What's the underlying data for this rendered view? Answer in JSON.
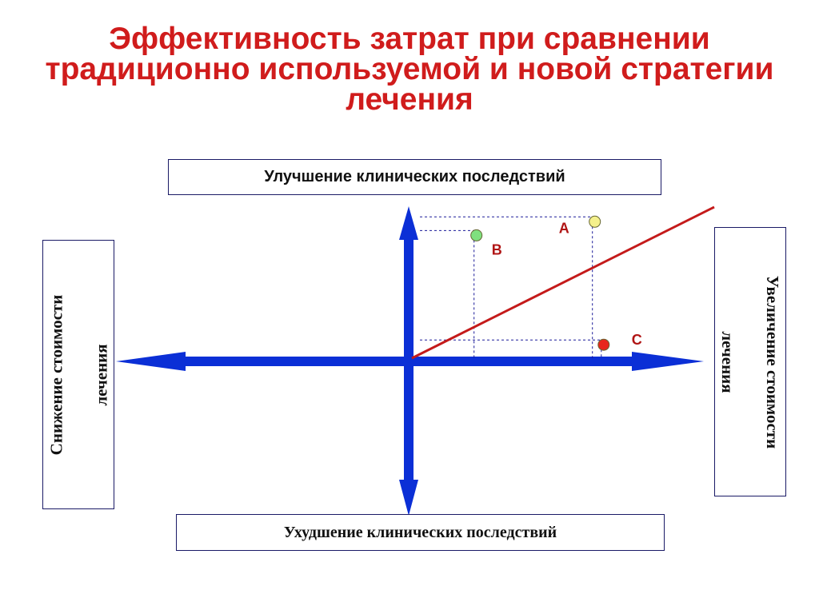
{
  "title": "Эффективность затрат при сравнении традиционно используемой и новой стратегии лечения",
  "axes": {
    "top": "Улучшение клинических последствий",
    "bottom": "Ухудшение клинических последствий",
    "left": [
      "Снижение стоимости",
      "лечения"
    ],
    "right": [
      "Увеличение стоимости",
      "лечения"
    ]
  },
  "points": [
    {
      "label": "A",
      "color": "#f4f08c",
      "cost": 0.61,
      "effect": 0.93
    },
    {
      "label": "B",
      "color": "#7fe07f",
      "cost": 0.21,
      "effect": 0.84
    },
    {
      "label": "C",
      "color": "#e8261c",
      "cost": 0.64,
      "effect": 0.12
    }
  ],
  "threshold_line": {
    "color": "#c41a1a",
    "slope": 0.5
  },
  "colors": {
    "title": "#d01c1c",
    "axis_arrows": "#0b2fd6",
    "guides": "#1a1a99"
  }
}
